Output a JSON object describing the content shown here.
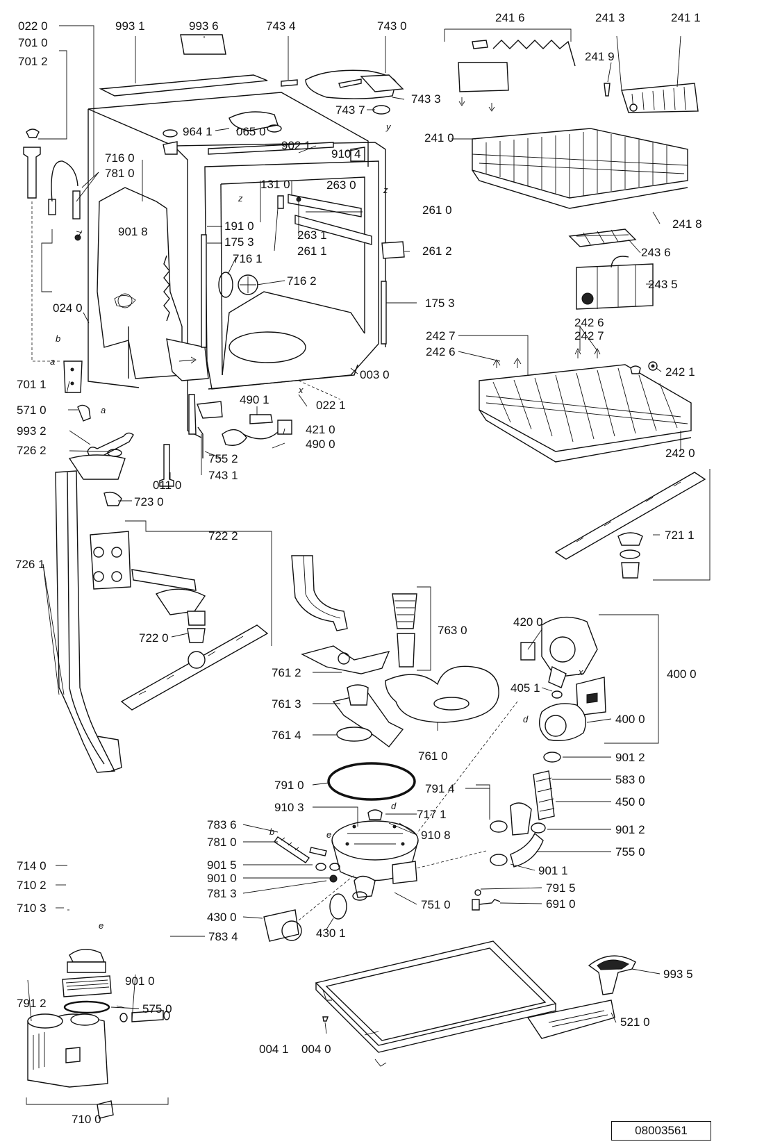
{
  "drawing_code": "08003561",
  "labels": {
    "l0220": "022 0",
    "l7010": "701 0",
    "l7012": "701 2",
    "l9931": "993 1",
    "l9936": "993 6",
    "l7434": "743 4",
    "l7430": "743 0",
    "l7433": "743 3",
    "l7437": "743 7",
    "l2416": "241 6",
    "l2413": "241 3",
    "l2411": "241 1",
    "l2419": "241 9",
    "l9641": "964 1",
    "l0650": "065 0",
    "l9021": "902 1",
    "l9104": "910 4",
    "l7160": "716 0",
    "l7810a": "781 0",
    "l1310": "131 0",
    "l2630": "263 0",
    "l2610": "261 0",
    "l2410": "241 0",
    "l2418": "241 8",
    "l9018": "901 8",
    "l1910": "191 0",
    "l1753a": "175 3",
    "l2631": "263 1",
    "l2611": "261 1",
    "l2612": "261 2",
    "l2436": "243 6",
    "l7161": "716 1",
    "l7162": "716 2",
    "l2435": "243 5",
    "l0240": "024 0",
    "l1753b": "175 3",
    "l2426a": "242 6",
    "l2427a": "242 7",
    "l2427b": "242 7",
    "l2426b": "242 6",
    "l7011": "701 1",
    "l0030": "003 0",
    "l2421": "242 1",
    "l5710": "571 0",
    "l4901": "490 1",
    "l0221": "022 1",
    "l9932": "993 2",
    "l4210": "421 0",
    "l4900": "490 0",
    "l7262": "726 2",
    "l7552": "755 2",
    "l2420": "242 0",
    "l0110": "011 0",
    "l7431": "743 1",
    "l7230": "723 0",
    "l7222": "722 2",
    "l7211": "721 1",
    "l7261": "726 1",
    "l7630": "763 0",
    "l4200": "420 0",
    "l7220": "722 0",
    "l7612": "761 2",
    "l4000a": "400 0",
    "l4051": "405 1",
    "l7613": "761 3",
    "l4000b": "400 0",
    "l7614": "761 4",
    "l7610": "761 0",
    "l9012a": "901 2",
    "l5830": "583 0",
    "l7910": "791 0",
    "l7914": "791 4",
    "l4500": "450 0",
    "l9103": "910 3",
    "l7171": "717 1",
    "l7836": "783 6",
    "l9108": "910 8",
    "l9012b": "901 2",
    "l7810b": "781 0",
    "l7550": "755 0",
    "l7140": "714 0",
    "l9015": "901 5",
    "l9011": "901 1",
    "l9010a": "901 0",
    "l7813": "781 3",
    "l7915": "791 5",
    "l7102": "710 2",
    "l7510": "751 0",
    "l6910": "691 0",
    "l7103": "710 3",
    "l4300": "430 0",
    "l4301": "430 1",
    "l7834": "783 4",
    "l9935": "993 5",
    "l9010b": "901 0",
    "l7912": "791 2",
    "l5750": "575 0",
    "l0041": "004 1",
    "l0040": "004 0",
    "l5210": "521 0",
    "l7100": "710 0"
  },
  "letters": {
    "a1": "a",
    "b1": "b",
    "a2": "a",
    "z1": "z",
    "z2": "z",
    "x1": "x",
    "x2": "x",
    "y1": "y",
    "d1": "d",
    "d2": "d",
    "e1": "e",
    "e2": "e",
    "b2": "b"
  }
}
